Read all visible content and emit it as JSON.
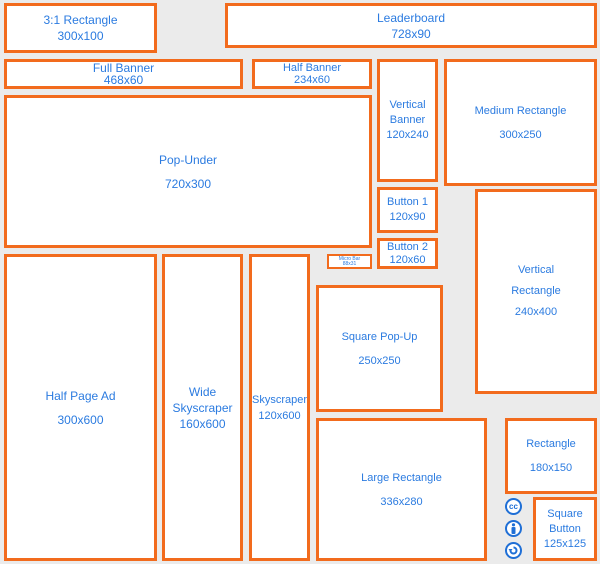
{
  "ads": [
    {
      "name": "3:1 Rectangle",
      "size": "300x100"
    },
    {
      "name": "Leaderboard",
      "size": "728x90"
    },
    {
      "name": "Full Banner",
      "size": "468x60"
    },
    {
      "name": "Half Banner",
      "size": "234x60"
    },
    {
      "name": "Vertical Banner",
      "size": "120x240"
    },
    {
      "name": "Medium Rectangle",
      "size": "300x250"
    },
    {
      "name": "Pop-Under",
      "size": "720x300"
    },
    {
      "name": "Button 1",
      "size": "120x90"
    },
    {
      "name": "Button 2",
      "size": "120x60"
    },
    {
      "name": "Vertical Rectangle",
      "size": "240x400"
    },
    {
      "name": "Micro Bar",
      "size": "88x31"
    },
    {
      "name": "Half Page Ad",
      "size": "300x600"
    },
    {
      "name": "Wide Skyscraper",
      "size": "160x600"
    },
    {
      "name": "Skyscraper",
      "size": "120x600"
    },
    {
      "name": "Square Pop-Up",
      "size": "250x250"
    },
    {
      "name": "Large Rectangle",
      "size": "336x280"
    },
    {
      "name": "Rectangle",
      "size": "180x150"
    },
    {
      "name": "Square Button",
      "size": "125x125"
    }
  ],
  "license": {
    "cc": "cc"
  },
  "colors": {
    "border": "#f26b1d",
    "text": "#2b7be0",
    "background": "#ebebeb"
  }
}
